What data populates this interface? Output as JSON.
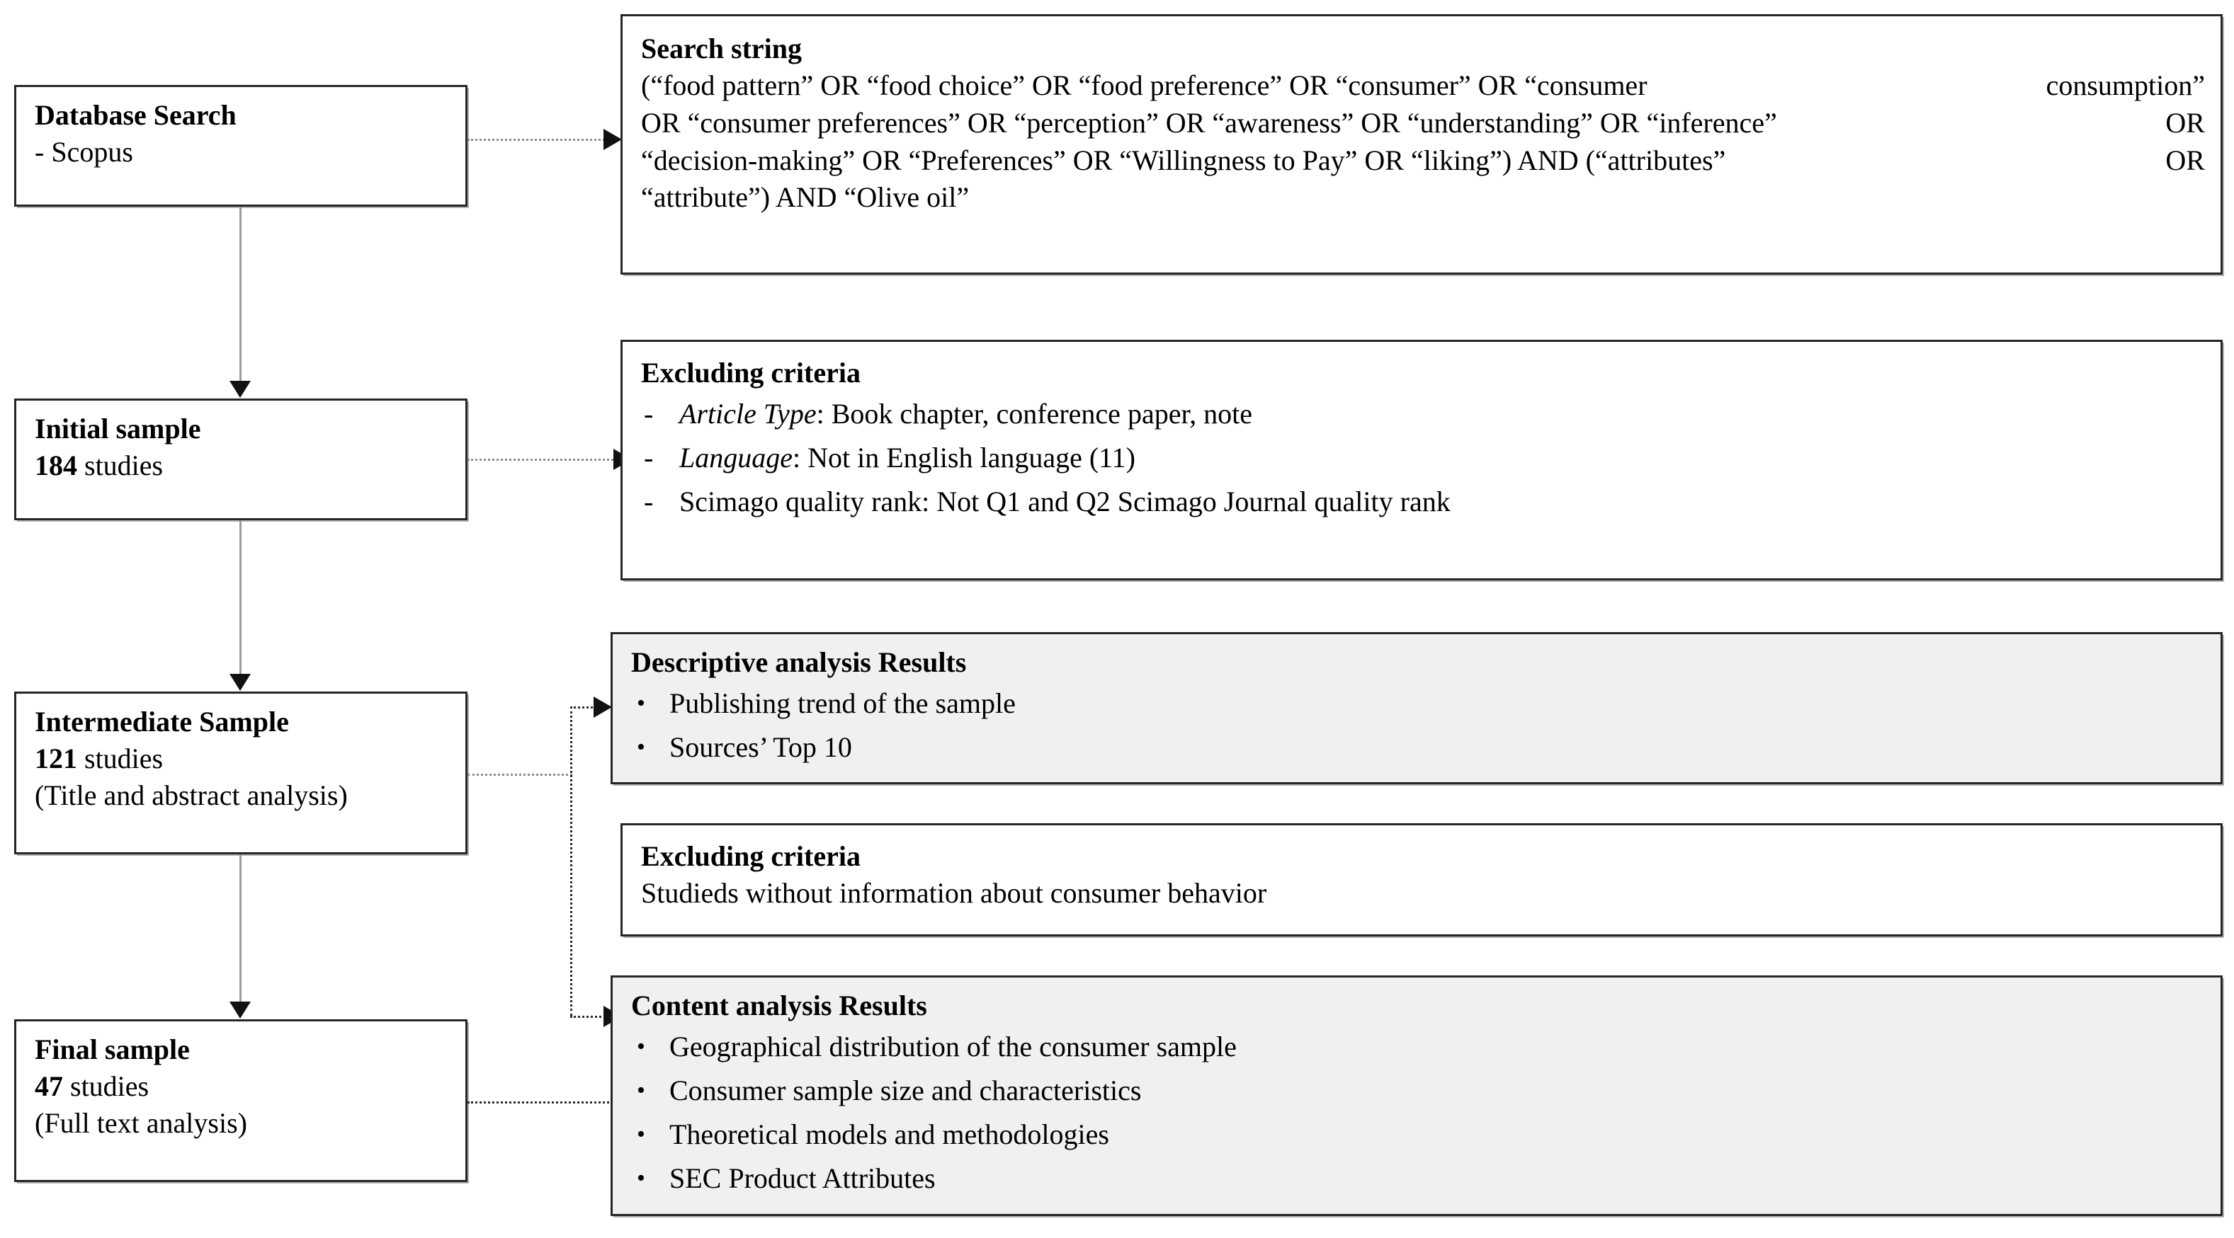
{
  "diagram": {
    "title": "PRISMA-style literature selection flowchart",
    "stages": [
      {
        "id": "database-search",
        "title": "Database Search",
        "lines": [
          "- Scopus"
        ]
      },
      {
        "id": "initial-sample",
        "title": "Initial sample",
        "count": "184",
        "count_unit": "studies",
        "note": ""
      },
      {
        "id": "intermediate-sample",
        "title": "Intermediate Sample",
        "count": "121",
        "count_unit": "studies",
        "note": "(Title and abstract analysis)"
      },
      {
        "id": "final-sample",
        "title": "Final sample",
        "count": "47",
        "count_unit": "studies",
        "note": "(Full text analysis)"
      }
    ],
    "panels": {
      "search_string": {
        "title": "Search string",
        "line1_a": "(“food pattern” OR “food choice” OR “food preference” OR “consumer” OR “consumer",
        "line1_b": "consumption”",
        "line2_a": "OR “consumer preferences” OR “perception” OR “awareness” OR “understanding” OR “inference”",
        "line2_b": "OR",
        "line3_a": "“decision-making” OR “Preferences” OR “Willingness to Pay” OR “liking”) AND (“attributes”",
        "line3_b": "OR",
        "line4": "“attribute”) AND “Olive oil”",
        "full_text": "(“food pattern” OR “food choice” OR “food preference” OR “consumer” OR “consumer consumption” OR “consumer preferences” OR “perception” OR “awareness” OR “understanding” OR “inference” OR “decision-making” OR “Preferences” OR “Willingness to Pay” OR “liking”) AND (“attributes” OR “attribute”) AND “Olive oil”"
      },
      "excluding_criteria_1": {
        "title": "Excluding criteria",
        "marker": "-",
        "items": [
          {
            "em": "Article Type",
            "rest": ": Book chapter, conference paper, note"
          },
          {
            "em": "Language",
            "rest": ": Not in English language (11)"
          },
          {
            "em": "",
            "rest": "Scimago quality rank: Not Q1 and Q2 Scimago Journal quality rank"
          }
        ]
      },
      "descriptive_results": {
        "title": "Descriptive analysis Results",
        "marker": "•",
        "items": [
          "Publishing trend of the sample",
          "Sources’ Top 10"
        ]
      },
      "excluding_criteria_2": {
        "title": "Excluding criteria",
        "body": "Studieds without information about consumer behavior"
      },
      "content_results": {
        "title": "Content analysis Results",
        "marker": "•",
        "items": [
          "Geographical distribution of the consumer sample",
          "Consumer sample size and characteristics",
          "Theoretical models and methodologies",
          "SEC Product Attributes"
        ]
      }
    },
    "colors": {
      "border": "#262626",
      "shaded_fill": "#f0f0f0",
      "page_background": "#ffffff",
      "connector_solid": "#9a9a9a",
      "connector_dotted": "#2b2b2b",
      "arrowhead": "#111111"
    }
  }
}
